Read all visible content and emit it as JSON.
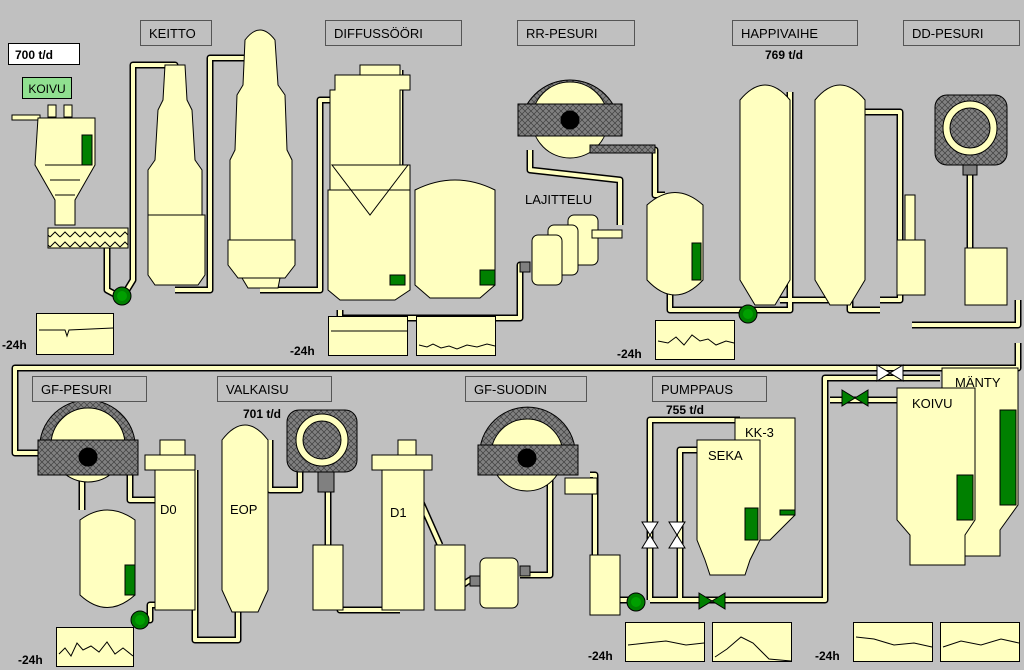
{
  "production": {
    "feed": "700 t/d",
    "happivaihe": "769 t/d",
    "valkaisu": "701 t/d",
    "pumppaus": "755 t/d"
  },
  "wood_type": "KOIVU",
  "sections": {
    "keitto": "KEITTO",
    "diffussoori": "DIFFUSSÖÖRI",
    "rr_pesuri": "RR-PESURI",
    "happivaihe": "HAPPIVAIHE",
    "dd_pesuri": "DD-PESURI",
    "gf_pesuri": "GF-PESURI",
    "valkaisu": "VALKAISU",
    "gf_suodin": "GF-SUODIN",
    "pumppaus": "PUMPPAUS"
  },
  "labels": {
    "lajittelu": "LAJITTELU",
    "d0": "D0",
    "eop": "EOP",
    "d1": "D1",
    "kk3": "KK-3",
    "seka": "SEKA",
    "koivu_tank": "KOIVU",
    "manty": "MÄNTY"
  },
  "trend_period": "-24h",
  "colors": {
    "background": "#c0c0c0",
    "vessel": "#ffffc0",
    "level": "#008000",
    "drum": "#808080",
    "valve_open": "#008000",
    "valve_closed": "#ffffff"
  }
}
